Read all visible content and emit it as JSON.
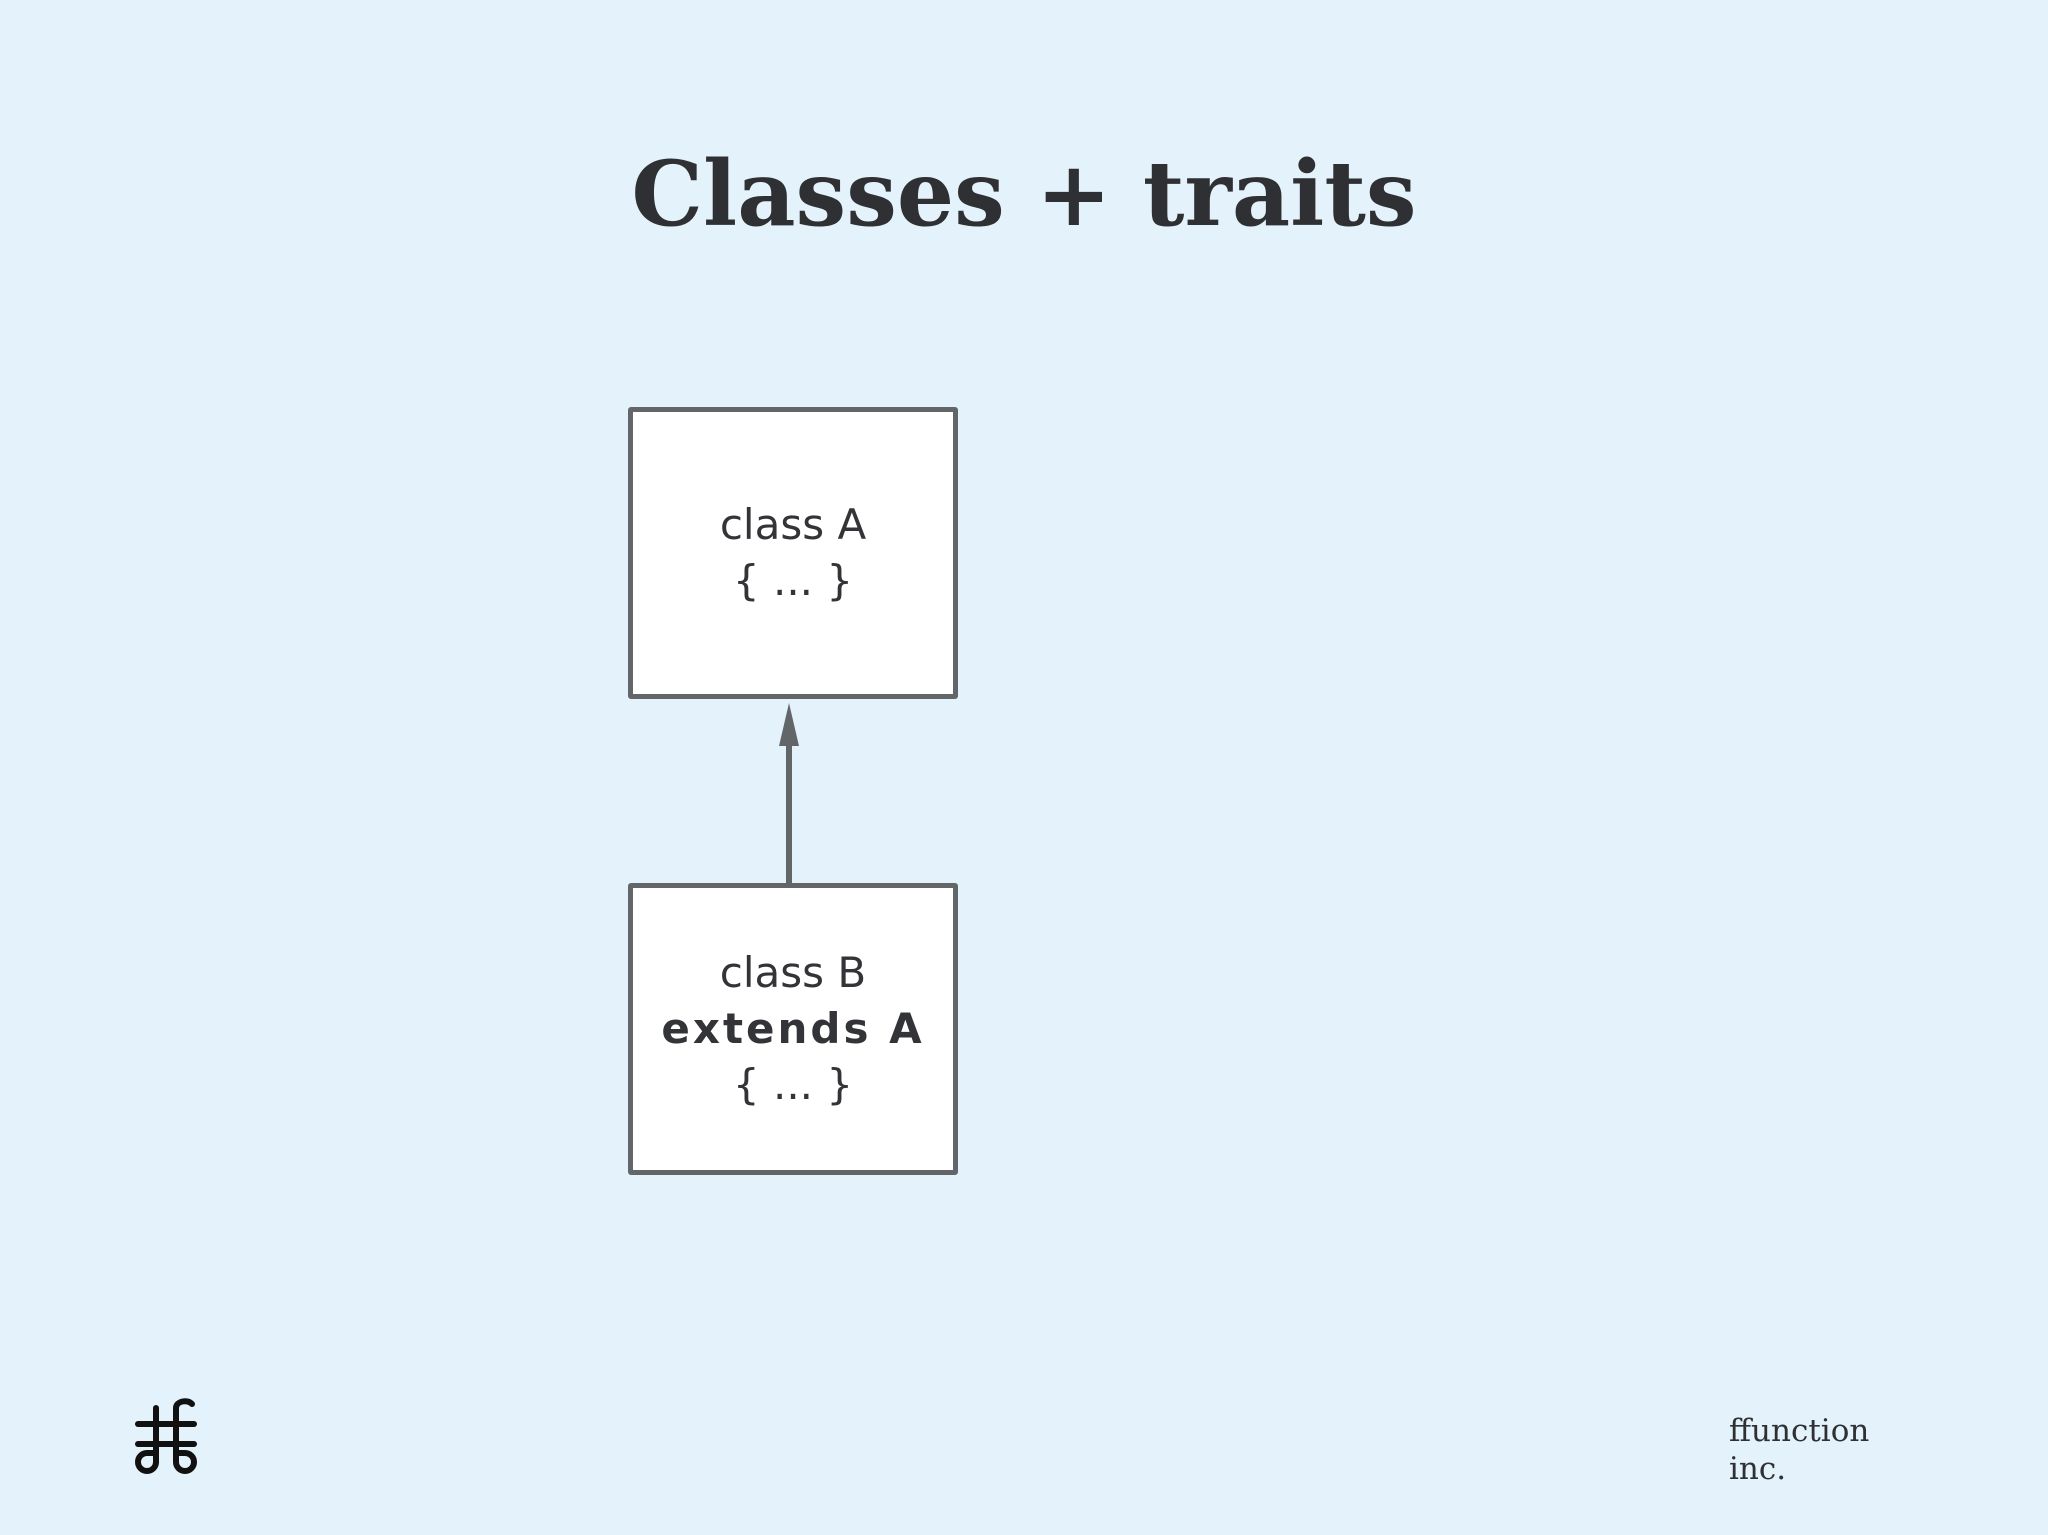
{
  "title": "Classes + traits",
  "diagram": {
    "class_a": {
      "name": "class A",
      "body": "{ ... }"
    },
    "class_b": {
      "name": "class B",
      "extends": "extends A",
      "body": "{ ... }"
    },
    "relation": "B extends A"
  },
  "footer": {
    "logo_icon": "command-symbol-icon",
    "brand_line1": "ffunction",
    "brand_line2": "inc."
  },
  "colors": {
    "background": "#e4f2fb",
    "box_border": "#636669",
    "text": "#2f3033"
  }
}
